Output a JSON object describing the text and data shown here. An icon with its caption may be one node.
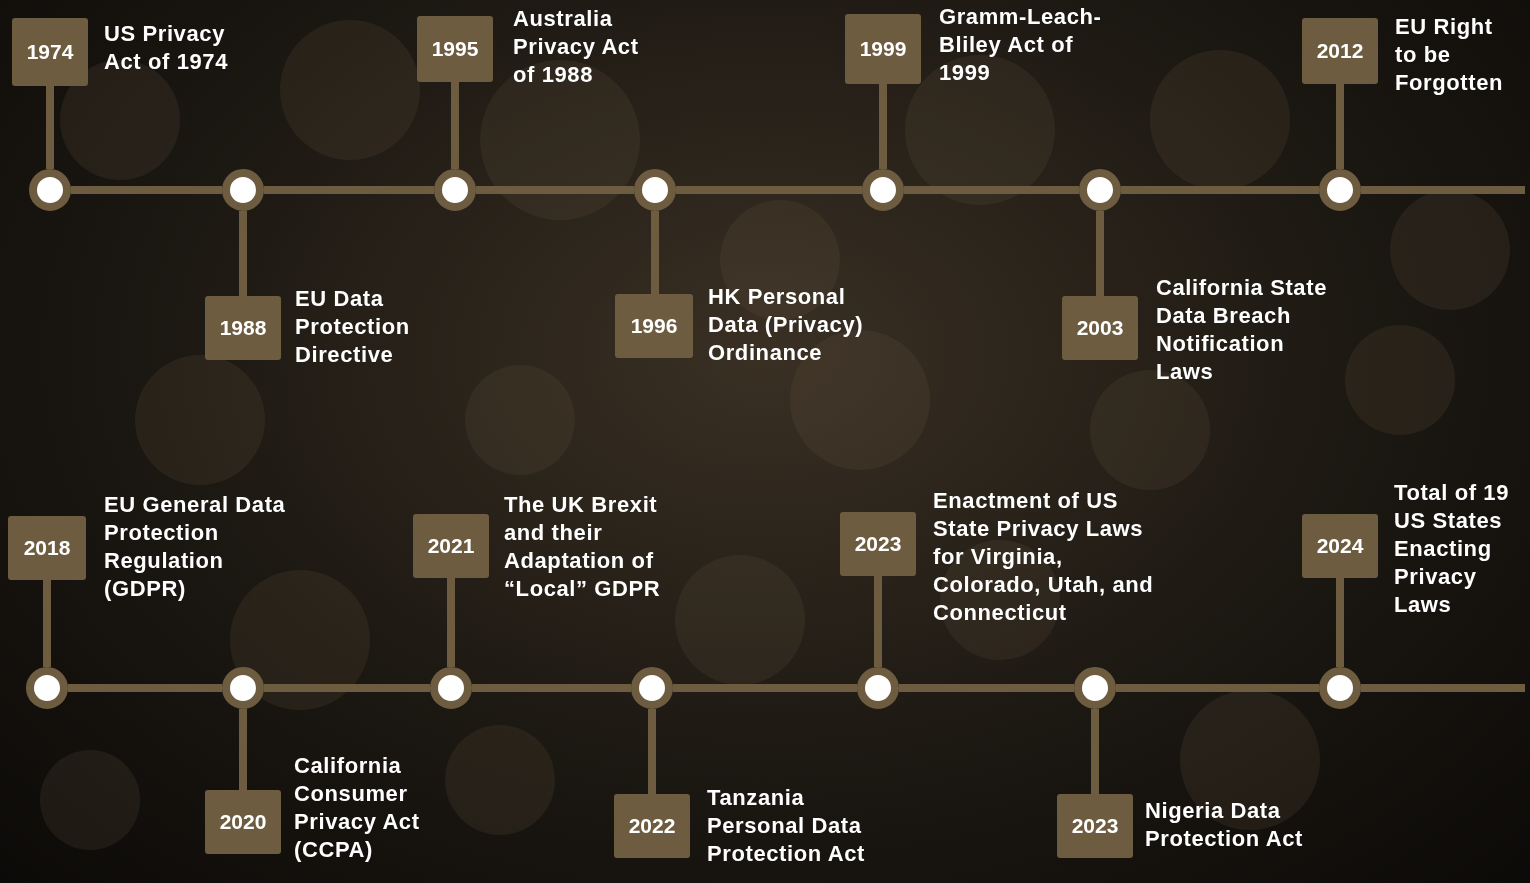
{
  "diagram": {
    "nodes": [
      {
        "text": [
          "1974"
        ],
        "beside": [
          "US Privacy Act of 1974"
        ]
      },
      {
        "text": [],
        "shape": "circle"
      },
      {
        "text": [
          "1988"
        ],
        "beside": [
          "EU Data Protection Directive"
        ]
      },
      {
        "text": [],
        "shape": "circle"
      },
      {
        "text": [
          "1995"
        ],
        "beside": [
          "Australia Privacy Act of 1988"
        ]
      },
      {
        "text": [],
        "shape": "circle"
      },
      {
        "text": [
          "1996"
        ],
        "beside": [
          "HK Personal Data (Privacy) Ordinance"
        ]
      },
      {
        "text": [],
        "shape": "circle"
      },
      {
        "text": [
          "1999"
        ],
        "beside": [
          "Gramm-Leach-Bliley Act of 1999"
        ]
      },
      {
        "text": [],
        "shape": "circle"
      },
      {
        "text": [
          "2003"
        ],
        "beside": [
          "California State Data Breach Notification Laws"
        ]
      },
      {
        "text": [],
        "shape": "circle"
      },
      {
        "text": [
          "2012"
        ],
        "beside": [
          "EU Right to be Forgotten"
        ]
      },
      {
        "text": [],
        "shape": "circle"
      },
      {
        "text": [
          "2018"
        ],
        "beside": [
          "EU General Data Protection Regulation (GDPR)"
        ]
      },
      {
        "text": [],
        "shape": "circle"
      },
      {
        "text": [
          "2020"
        ],
        "beside": [
          "California Consumer Privacy Act (CCPA)"
        ]
      },
      {
        "text": [],
        "shape": "circle"
      },
      {
        "text": [
          "2021"
        ],
        "beside": [
          "The UK Brexit and their Adaptation of “Local” GDPR"
        ]
      },
      {
        "text": [],
        "shape": "circle"
      },
      {
        "text": [
          "2022"
        ],
        "beside": [
          "Tanzania Personal Data Protection Act"
        ]
      },
      {
        "text": [],
        "shape": "circle"
      },
      {
        "text": [
          "2023"
        ],
        "beside": [
          "Enactment of US State Privacy Laws for Virginia, Colorado, Utah, and Connecticut"
        ]
      },
      {
        "text": [],
        "shape": "circle"
      },
      {
        "text": [
          "2023"
        ],
        "beside": [
          "Nigeria Data Protection Act"
        ]
      },
      {
        "text": [],
        "shape": "circle"
      },
      {
        "text": [
          "2024"
        ],
        "beside": [
          "Total of 19 US States Enacting Privacy Laws"
        ]
      },
      {
        "text": [],
        "shape": "circle"
      }
    ],
    "edges": [
      {
        "from": 0,
        "to": 1,
        "arrow": "none"
      },
      {
        "from": 2,
        "to": 3,
        "arrow": "none"
      },
      {
        "from": 4,
        "to": 5,
        "arrow": "none"
      },
      {
        "from": 6,
        "to": 7,
        "arrow": "none"
      },
      {
        "from": 8,
        "to": 9,
        "arrow": "none"
      },
      {
        "from": 10,
        "to": 11,
        "arrow": "none"
      },
      {
        "from": 12,
        "to": 13,
        "arrow": "none"
      },
      {
        "from": 14,
        "to": 15,
        "arrow": "none"
      },
      {
        "from": 16,
        "to": 17,
        "arrow": "none"
      },
      {
        "from": 18,
        "to": 19,
        "arrow": "none"
      },
      {
        "from": 20,
        "to": 21,
        "arrow": "none"
      },
      {
        "from": 22,
        "to": 23,
        "arrow": "none"
      },
      {
        "from": 24,
        "to": 25,
        "arrow": "none"
      },
      {
        "from": 26,
        "to": 27,
        "arrow": "none"
      },
      {
        "from": 1,
        "to": 3,
        "arrow": "none"
      },
      {
        "from": 3,
        "to": 5,
        "arrow": "none"
      },
      {
        "from": 5,
        "to": 7,
        "arrow": "none"
      },
      {
        "from": 7,
        "to": 9,
        "arrow": "none"
      },
      {
        "from": 9,
        "to": 11,
        "arrow": "none"
      },
      {
        "from": 11,
        "to": 13,
        "arrow": "none"
      },
      {
        "from": 13,
        "to": null,
        "arrow": "none"
      },
      {
        "from": 15,
        "to": 17,
        "arrow": "none"
      },
      {
        "from": 17,
        "to": 19,
        "arrow": "none"
      },
      {
        "from": 19,
        "to": 21,
        "arrow": "none"
      },
      {
        "from": 21,
        "to": 23,
        "arrow": "none"
      },
      {
        "from": 23,
        "to": 25,
        "arrow": "none"
      },
      {
        "from": 25,
        "to": 27,
        "arrow": "none"
      },
      {
        "from": 27,
        "to": null,
        "arrow": "none"
      }
    ]
  }
}
